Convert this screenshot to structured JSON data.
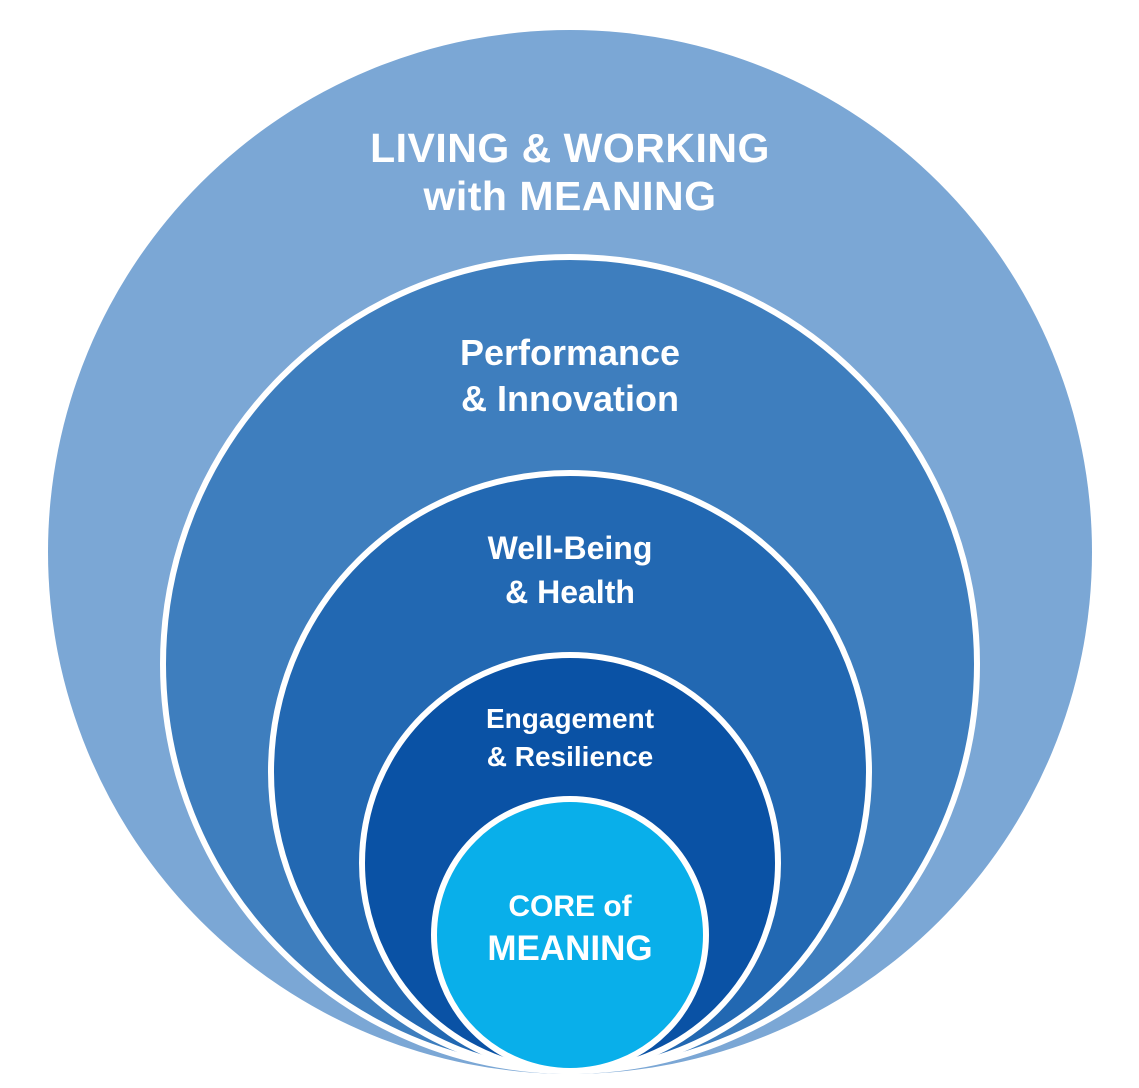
{
  "diagram": {
    "type": "nested-circles",
    "background": "#FFFFFF",
    "stroke_color": "#FFFFFF",
    "text_color": "#FFFFFF",
    "rings": [
      {
        "name": "living-working-with-meaning",
        "label_line1": "LIVING & WORKING",
        "label_line2": "with MEANING",
        "color": "#7BA7D5"
      },
      {
        "name": "performance-innovation",
        "label_line1": "Performance",
        "label_line2": "& Innovation",
        "color": "#3E7EBE"
      },
      {
        "name": "well-being-health",
        "label_line1": "Well-Being",
        "label_line2": "& Health",
        "color": "#2268B2"
      },
      {
        "name": "engagement-resilience",
        "label_line1": "Engagement",
        "label_line2": "& Resilience",
        "color": "#0A52A5"
      },
      {
        "name": "core-of-meaning",
        "label_line1": "CORE of",
        "label_line2": "MEANING",
        "color": "#09AFEA"
      }
    ]
  }
}
